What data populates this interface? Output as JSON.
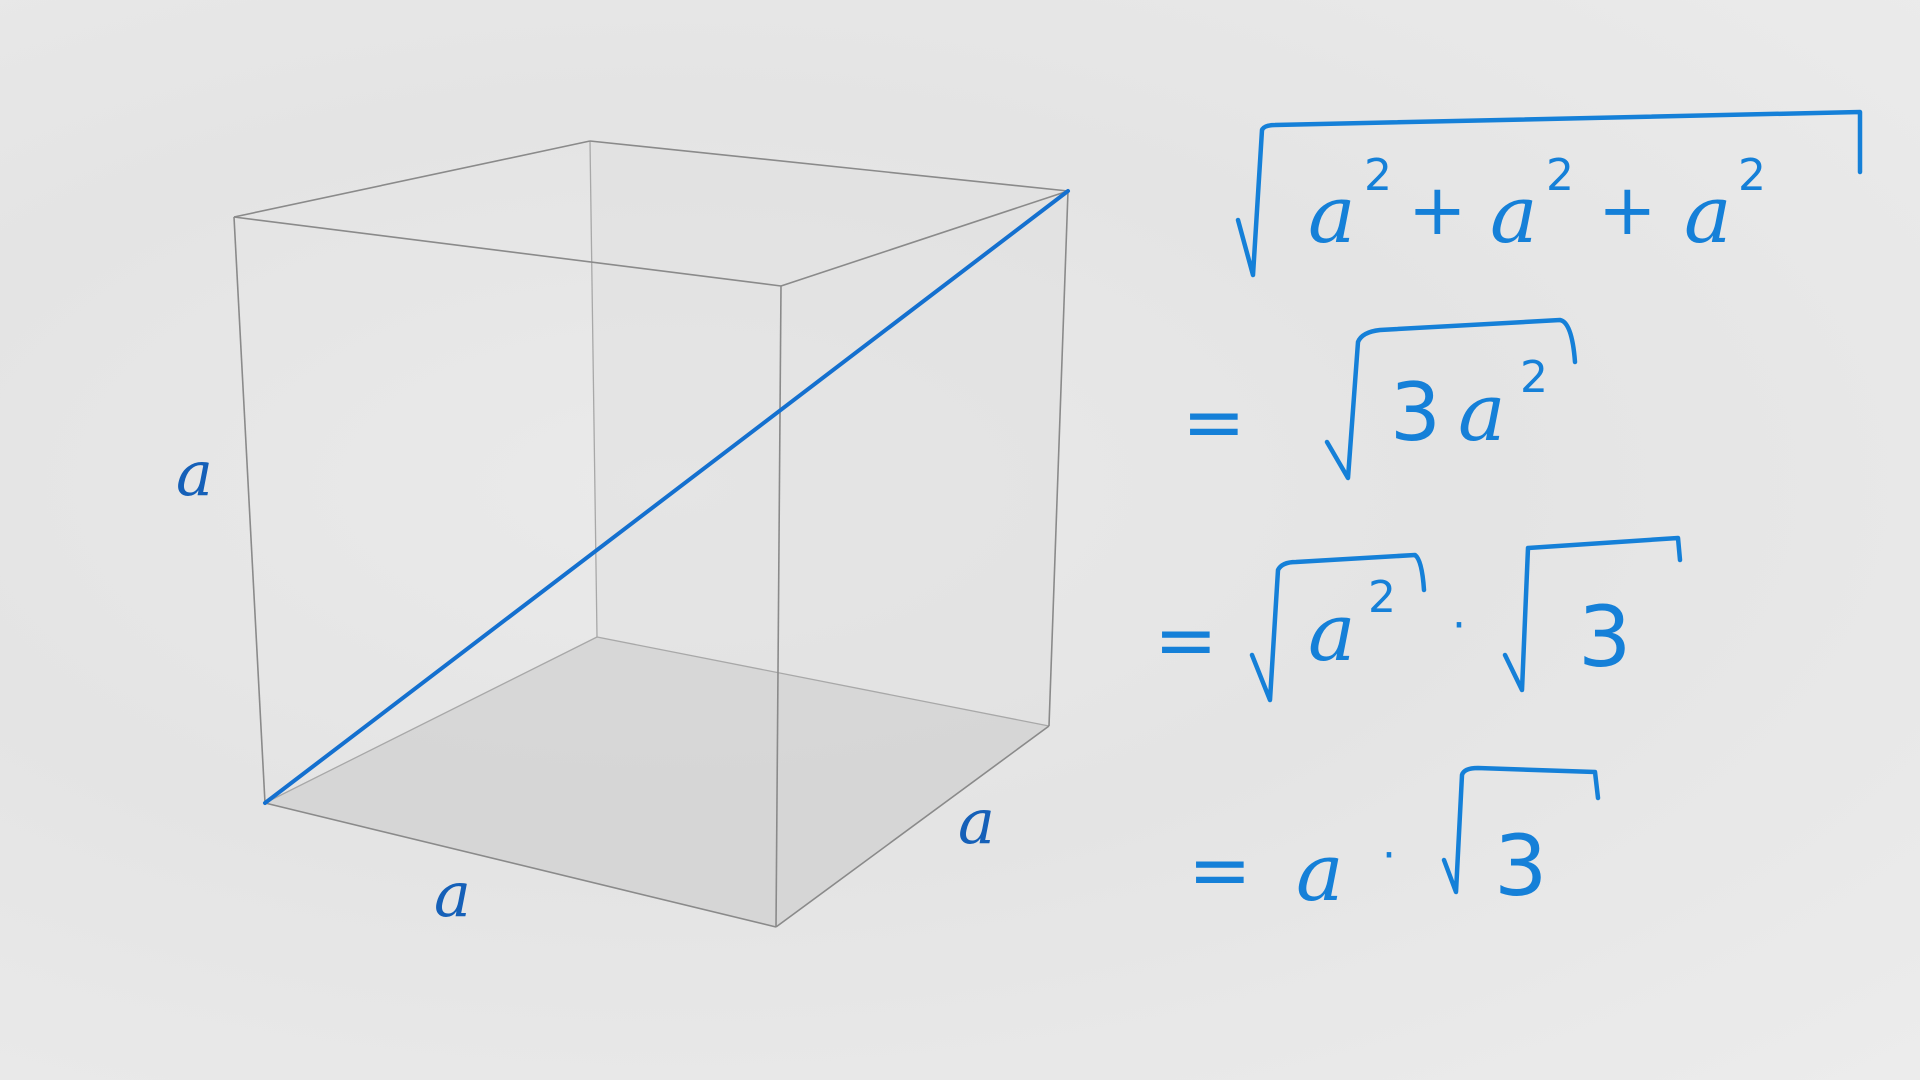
{
  "cube": {
    "side_labels": [
      "a",
      "a",
      "a"
    ]
  },
  "equations": [
    {
      "prefix": "",
      "terms": [
        {
          "base": "a",
          "exp": "2"
        },
        {
          "op": "+"
        },
        {
          "base": "a",
          "exp": "2"
        },
        {
          "op": "+"
        },
        {
          "base": "a",
          "exp": "2"
        }
      ]
    },
    {
      "prefix": "=",
      "radicand_coef": "3",
      "radicand_base": "a",
      "radicand_exp": "2"
    },
    {
      "prefix": "=",
      "first_radicand_base": "a",
      "first_radicand_exp": "2",
      "dot": "·",
      "second_radicand": "3"
    },
    {
      "prefix": "=",
      "factor": "a",
      "dot": "·",
      "radicand": "3"
    }
  ],
  "colors": {
    "ink": "#1580d8",
    "diagonal": "#1470cf",
    "edge": "#8a8a8a",
    "floor": "#d6d6d6"
  }
}
